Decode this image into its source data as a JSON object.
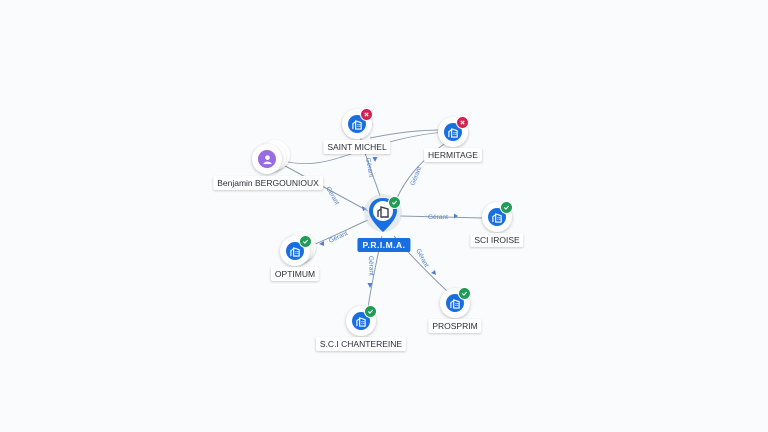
{
  "edge_label": "Gérant",
  "center": {
    "label": "P.R.I.M.A.",
    "status": "active"
  },
  "person": {
    "label": "Benjamin BERGOUNIOUX"
  },
  "companies": [
    {
      "id": "saint-michel",
      "label": "SAINT MICHEL",
      "status": "inactive"
    },
    {
      "id": "hermitage",
      "label": "HERMITAGE",
      "status": "inactive"
    },
    {
      "id": "sci-iroise",
      "label": "SCI IROISE",
      "status": "active"
    },
    {
      "id": "optimum",
      "label": "OPTIMUM",
      "status": "active"
    },
    {
      "id": "sci-chantereine",
      "label": "S.C.I CHANTEREINE",
      "status": "active"
    },
    {
      "id": "prosprim",
      "label": "PROSPRIM",
      "status": "active"
    }
  ],
  "colors": {
    "company": "#1a6fe0",
    "person": "#9a6ae0",
    "active": "#1f9d55",
    "inactive": "#d6204f",
    "edge": "#8a9ab0",
    "edge_label": "#4f7fd0"
  },
  "icons": {
    "company": "building-icon",
    "person": "user-icon",
    "active": "check-icon",
    "inactive": "cross-icon"
  }
}
